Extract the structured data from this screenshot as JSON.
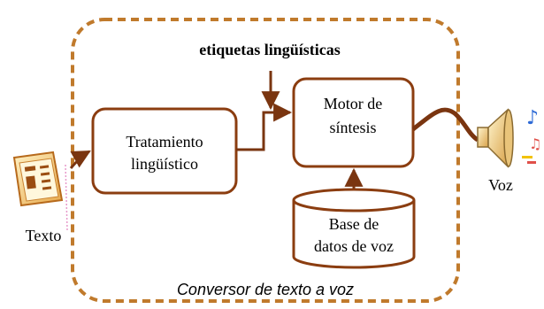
{
  "diagram": {
    "top_label": "etiquetas lingüísticas",
    "caption": "Conversor de texto a voz",
    "input_label": "Texto",
    "output_label": "Voz",
    "nodes": {
      "tratamiento": {
        "line1": "Tratamiento",
        "line2": "lingüístico"
      },
      "motor": {
        "line1": "Motor de",
        "line2": "síntesis"
      },
      "base": {
        "line1": "Base de",
        "line2": "datos de voz"
      }
    },
    "icons": {
      "input": "text-document-icon",
      "output": "speaker-icon"
    },
    "colors": {
      "frame": "#c07a2c",
      "box_stroke": "#8b3d10",
      "arrow": "#7a3510",
      "text": "#000000"
    }
  }
}
